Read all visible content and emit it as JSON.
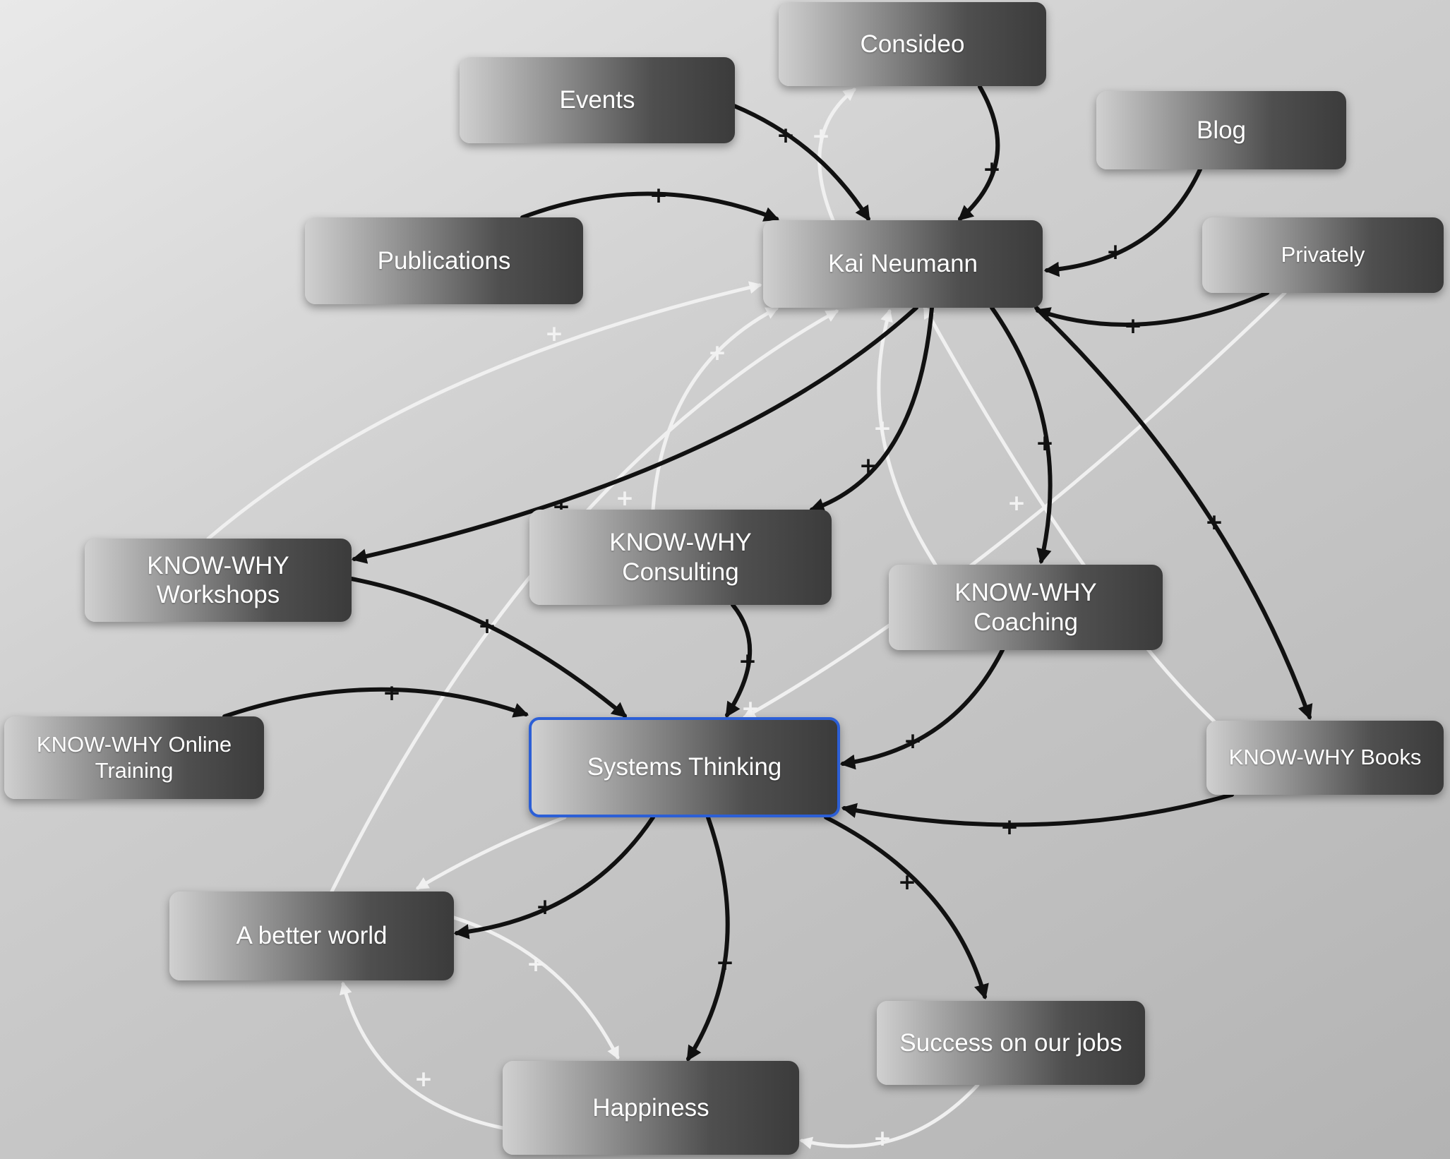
{
  "colors": {
    "positive_link": "#111111",
    "secondary_link": "#f0f0f0",
    "selection": "#2c5fd6"
  },
  "nodes": {
    "consideo": {
      "label": "Consideo"
    },
    "events": {
      "label": "Events"
    },
    "blog": {
      "label": "Blog"
    },
    "publications": {
      "label": "Publications"
    },
    "kai_neumann": {
      "label": "Kai Neumann"
    },
    "privately": {
      "label": "Privately"
    },
    "workshops": {
      "label": "KNOW-WHY\nWorkshops"
    },
    "consulting": {
      "label": "KNOW-WHY\nConsulting"
    },
    "coaching": {
      "label": "KNOW-WHY\nCoaching"
    },
    "online_training": {
      "label": "KNOW-WHY Online\nTraining"
    },
    "systems_thinking": {
      "label": "Systems Thinking"
    },
    "books": {
      "label": "KNOW-WHY Books"
    },
    "better_world": {
      "label": "A better world"
    },
    "success": {
      "label": "Success on our jobs"
    },
    "happiness": {
      "label": "Happiness"
    }
  },
  "links": [
    {
      "id": "events-kai",
      "from": "events",
      "to": "kai_neumann",
      "sign": "+",
      "style": "dark"
    },
    {
      "id": "consideo-kai",
      "from": "consideo",
      "to": "kai_neumann",
      "sign": "+",
      "style": "dark"
    },
    {
      "id": "publications-kai",
      "from": "publications",
      "to": "kai_neumann",
      "sign": "+",
      "style": "dark"
    },
    {
      "id": "blog-kai",
      "from": "blog",
      "to": "kai_neumann",
      "sign": "+",
      "style": "dark"
    },
    {
      "id": "privately-kai",
      "from": "privately",
      "to": "kai_neumann",
      "sign": "+",
      "style": "dark"
    },
    {
      "id": "kai-consideo",
      "from": "kai_neumann",
      "to": "consideo",
      "sign": "+",
      "style": "light"
    },
    {
      "id": "kai-workshops",
      "from": "kai_neumann",
      "to": "workshops",
      "sign": "+",
      "style": "dark"
    },
    {
      "id": "kai-consulting",
      "from": "kai_neumann",
      "to": "consulting",
      "sign": "+",
      "style": "dark"
    },
    {
      "id": "kai-coaching",
      "from": "kai_neumann",
      "to": "coaching",
      "sign": "+",
      "style": "dark"
    },
    {
      "id": "kai-books",
      "from": "kai_neumann",
      "to": "books",
      "sign": "+",
      "style": "dark"
    },
    {
      "id": "workshops-kai",
      "from": "workshops",
      "to": "kai_neumann",
      "sign": "+",
      "style": "light"
    },
    {
      "id": "consulting-kai",
      "from": "consulting",
      "to": "kai_neumann",
      "sign": "+",
      "style": "light"
    },
    {
      "id": "coaching-kai",
      "from": "coaching",
      "to": "kai_neumann",
      "sign": "+",
      "style": "light"
    },
    {
      "id": "books-kai",
      "from": "books",
      "to": "kai_neumann",
      "sign": "+",
      "style": "light"
    },
    {
      "id": "betterworld-kai",
      "from": "better_world",
      "to": "kai_neumann",
      "sign": "+",
      "style": "light"
    },
    {
      "id": "privately-systems",
      "from": "privately",
      "to": "systems_thinking",
      "sign": "+",
      "style": "light"
    },
    {
      "id": "workshops-systems",
      "from": "workshops",
      "to": "systems_thinking",
      "sign": "+",
      "style": "dark"
    },
    {
      "id": "consulting-systems",
      "from": "consulting",
      "to": "systems_thinking",
      "sign": "+",
      "style": "dark"
    },
    {
      "id": "online-systems",
      "from": "online_training",
      "to": "systems_thinking",
      "sign": "+",
      "style": "dark"
    },
    {
      "id": "coaching-systems",
      "from": "coaching",
      "to": "systems_thinking",
      "sign": "+",
      "style": "dark"
    },
    {
      "id": "books-systems",
      "from": "books",
      "to": "systems_thinking",
      "sign": "+",
      "style": "dark"
    },
    {
      "id": "systems-betterworld",
      "from": "systems_thinking",
      "to": "better_world",
      "sign": "+",
      "style": "dark"
    },
    {
      "id": "systems-betterworld-2",
      "from": "systems_thinking",
      "to": "better_world",
      "sign": "",
      "style": "light"
    },
    {
      "id": "systems-happiness",
      "from": "systems_thinking",
      "to": "happiness",
      "sign": "+",
      "style": "dark"
    },
    {
      "id": "systems-success",
      "from": "systems_thinking",
      "to": "success",
      "sign": "+",
      "style": "dark"
    },
    {
      "id": "betterworld-happiness",
      "from": "better_world",
      "to": "happiness",
      "sign": "+",
      "style": "light"
    },
    {
      "id": "happiness-betterworld",
      "from": "happiness",
      "to": "better_world",
      "sign": "+",
      "style": "light"
    },
    {
      "id": "success-happiness",
      "from": "success",
      "to": "happiness",
      "sign": "+",
      "style": "light"
    }
  ]
}
